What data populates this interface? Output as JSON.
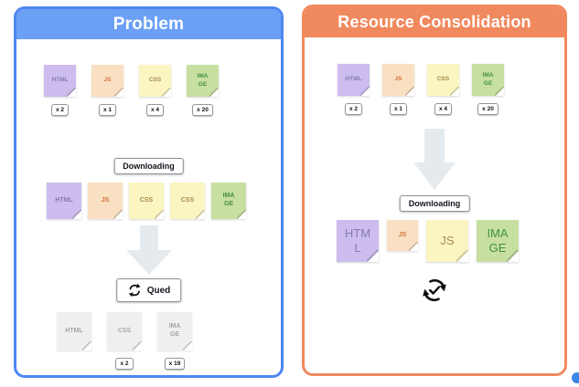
{
  "palette": {
    "panel-blue-border": "#4d87f1",
    "panel-blue-header": "#6ba0f4",
    "panel-orange": "#f0895e",
    "arrow-gray": "#e5eaee",
    "note-html-bg": "#cdbcee",
    "note-html-text": "#837bb2",
    "note-js-bg": "#fae0c2",
    "note-js-text": "#cf6f3a",
    "note-css-bg": "#fbf5c2",
    "note-css-text": "#a38b4d",
    "note-image-bg": "#c8dfa2",
    "note-image-text": "#41923d",
    "note-gray-bg": "#efefef",
    "note-gray-text": "#a6a6a6",
    "marker-blue": "#3c86e8"
  },
  "panels": {
    "problem": {
      "title": "Problem",
      "initial_resources": [
        {
          "label": "HTML",
          "type": "html",
          "count": "x 2"
        },
        {
          "label": "JS",
          "type": "js",
          "count": "x 1"
        },
        {
          "label": "CSS",
          "type": "css",
          "count": "x 4"
        },
        {
          "label": "IMA\nGE",
          "type": "image",
          "count": "x 20"
        }
      ],
      "downloading_label": "Downloading",
      "downloading_resources": [
        {
          "label": "HTML",
          "type": "html"
        },
        {
          "label": "JS",
          "type": "js"
        },
        {
          "label": "CSS",
          "type": "css"
        },
        {
          "label": "CSS",
          "type": "css"
        },
        {
          "label": "IMA\nGE",
          "type": "image"
        }
      ],
      "queued_label": "Qued",
      "queued_resources": [
        {
          "label": "HTML",
          "type": "gray"
        },
        {
          "label": "CSS",
          "type": "gray",
          "count": "x 2"
        },
        {
          "label": "IMA\nGE",
          "type": "gray",
          "count": "x 19"
        }
      ]
    },
    "consolidation": {
      "title": "Resource Consolidation",
      "initial_resources": [
        {
          "label": "HTML",
          "type": "html",
          "count": "x 2"
        },
        {
          "label": "JS",
          "type": "js",
          "count": "x 1"
        },
        {
          "label": "CSS",
          "type": "css",
          "count": "x 4"
        },
        {
          "label": "IMA\nGE",
          "type": "image",
          "count": "x 20"
        }
      ],
      "downloading_label": "Downloading",
      "consolidated_resources": [
        {
          "label": "HTM\nL",
          "type": "html",
          "size": "large"
        },
        {
          "label": "JS",
          "type": "js",
          "size": "small"
        },
        {
          "label": "JS",
          "type": "css",
          "size": "large"
        },
        {
          "label": "IMA\nGE",
          "type": "image",
          "size": "large"
        }
      ]
    }
  },
  "icons": {
    "refresh": "refresh-icon",
    "sync_check": "sync-check-icon",
    "down_arrow": "down-arrow-icon",
    "comment_marker": "comment-marker-icon"
  }
}
